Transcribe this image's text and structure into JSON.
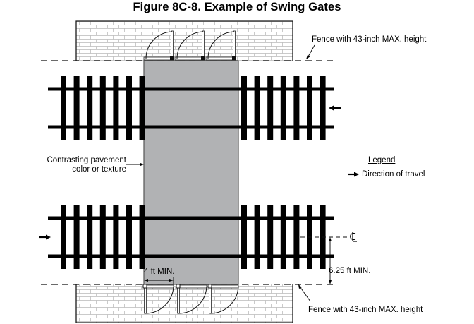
{
  "figure": {
    "title": "Figure 8C-8.  Example of Swing Gates"
  },
  "labels": {
    "fence_top": "Fence with 43-inch MAX. height",
    "fence_bottom": "Fence with 43-inch MAX. height",
    "pavement_line1": "Contrasting pavement",
    "pavement_line2": "color or texture",
    "gate_width_dimension": "4 ft MIN.",
    "offset_dimension": "6.25 ft MIN.",
    "centerline_symbol": "CL"
  },
  "legend": {
    "title": "Legend",
    "items": [
      {
        "icon": "arrow-right-icon",
        "label": "Direction of travel"
      }
    ]
  },
  "tracks": [
    {
      "name": "upper-track",
      "direction_of_travel": "left"
    },
    {
      "name": "lower-track",
      "direction_of_travel": "right"
    }
  ],
  "gates": {
    "top_count": 3,
    "bottom_count": 3
  },
  "colors": {
    "pavement": "#b1b2b4",
    "rail": "#000000",
    "brick_line": "#b8b8b8",
    "outline": "#1a1a1a"
  }
}
